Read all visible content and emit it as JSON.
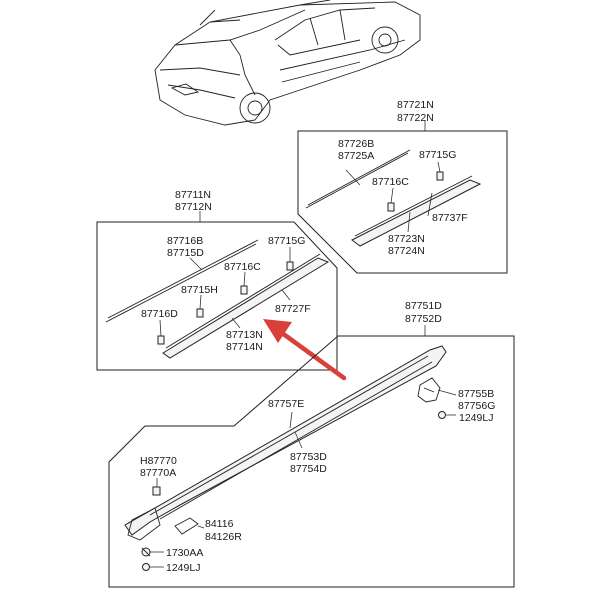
{
  "colors": {
    "arrow": "#d9403a",
    "line": "#222222"
  },
  "callouts": {
    "rear_group": [
      "87721N",
      "87722N"
    ],
    "rear_726": [
      "87726B",
      "87725A"
    ],
    "rear_715g": "87715G",
    "rear_716c": "87716C",
    "rear_737f": "87737F",
    "rear_723": [
      "87723N",
      "87724N"
    ],
    "front_group": [
      "87711N",
      "87712N"
    ],
    "front_716b": [
      "87716B",
      "87715D"
    ],
    "front_715g": "87715G",
    "front_716c": "87716C",
    "front_715h": "87715H",
    "front_727f": "87727F",
    "front_716d": "87716D",
    "front_713": [
      "87713N",
      "87714N"
    ],
    "sill_group": [
      "87751D",
      "87752D"
    ],
    "sill_755": [
      "87755B",
      "87756G"
    ],
    "sill_1249_right": "1249LJ",
    "sill_757e": "87757E",
    "sill_753": [
      "87753D",
      "87754D"
    ],
    "sill_h87770": [
      "H87770",
      "87770A"
    ],
    "sill_84116": [
      "84116",
      "84126R"
    ],
    "sill_1730": "1730AA",
    "sill_1249_left": "1249LJ"
  }
}
